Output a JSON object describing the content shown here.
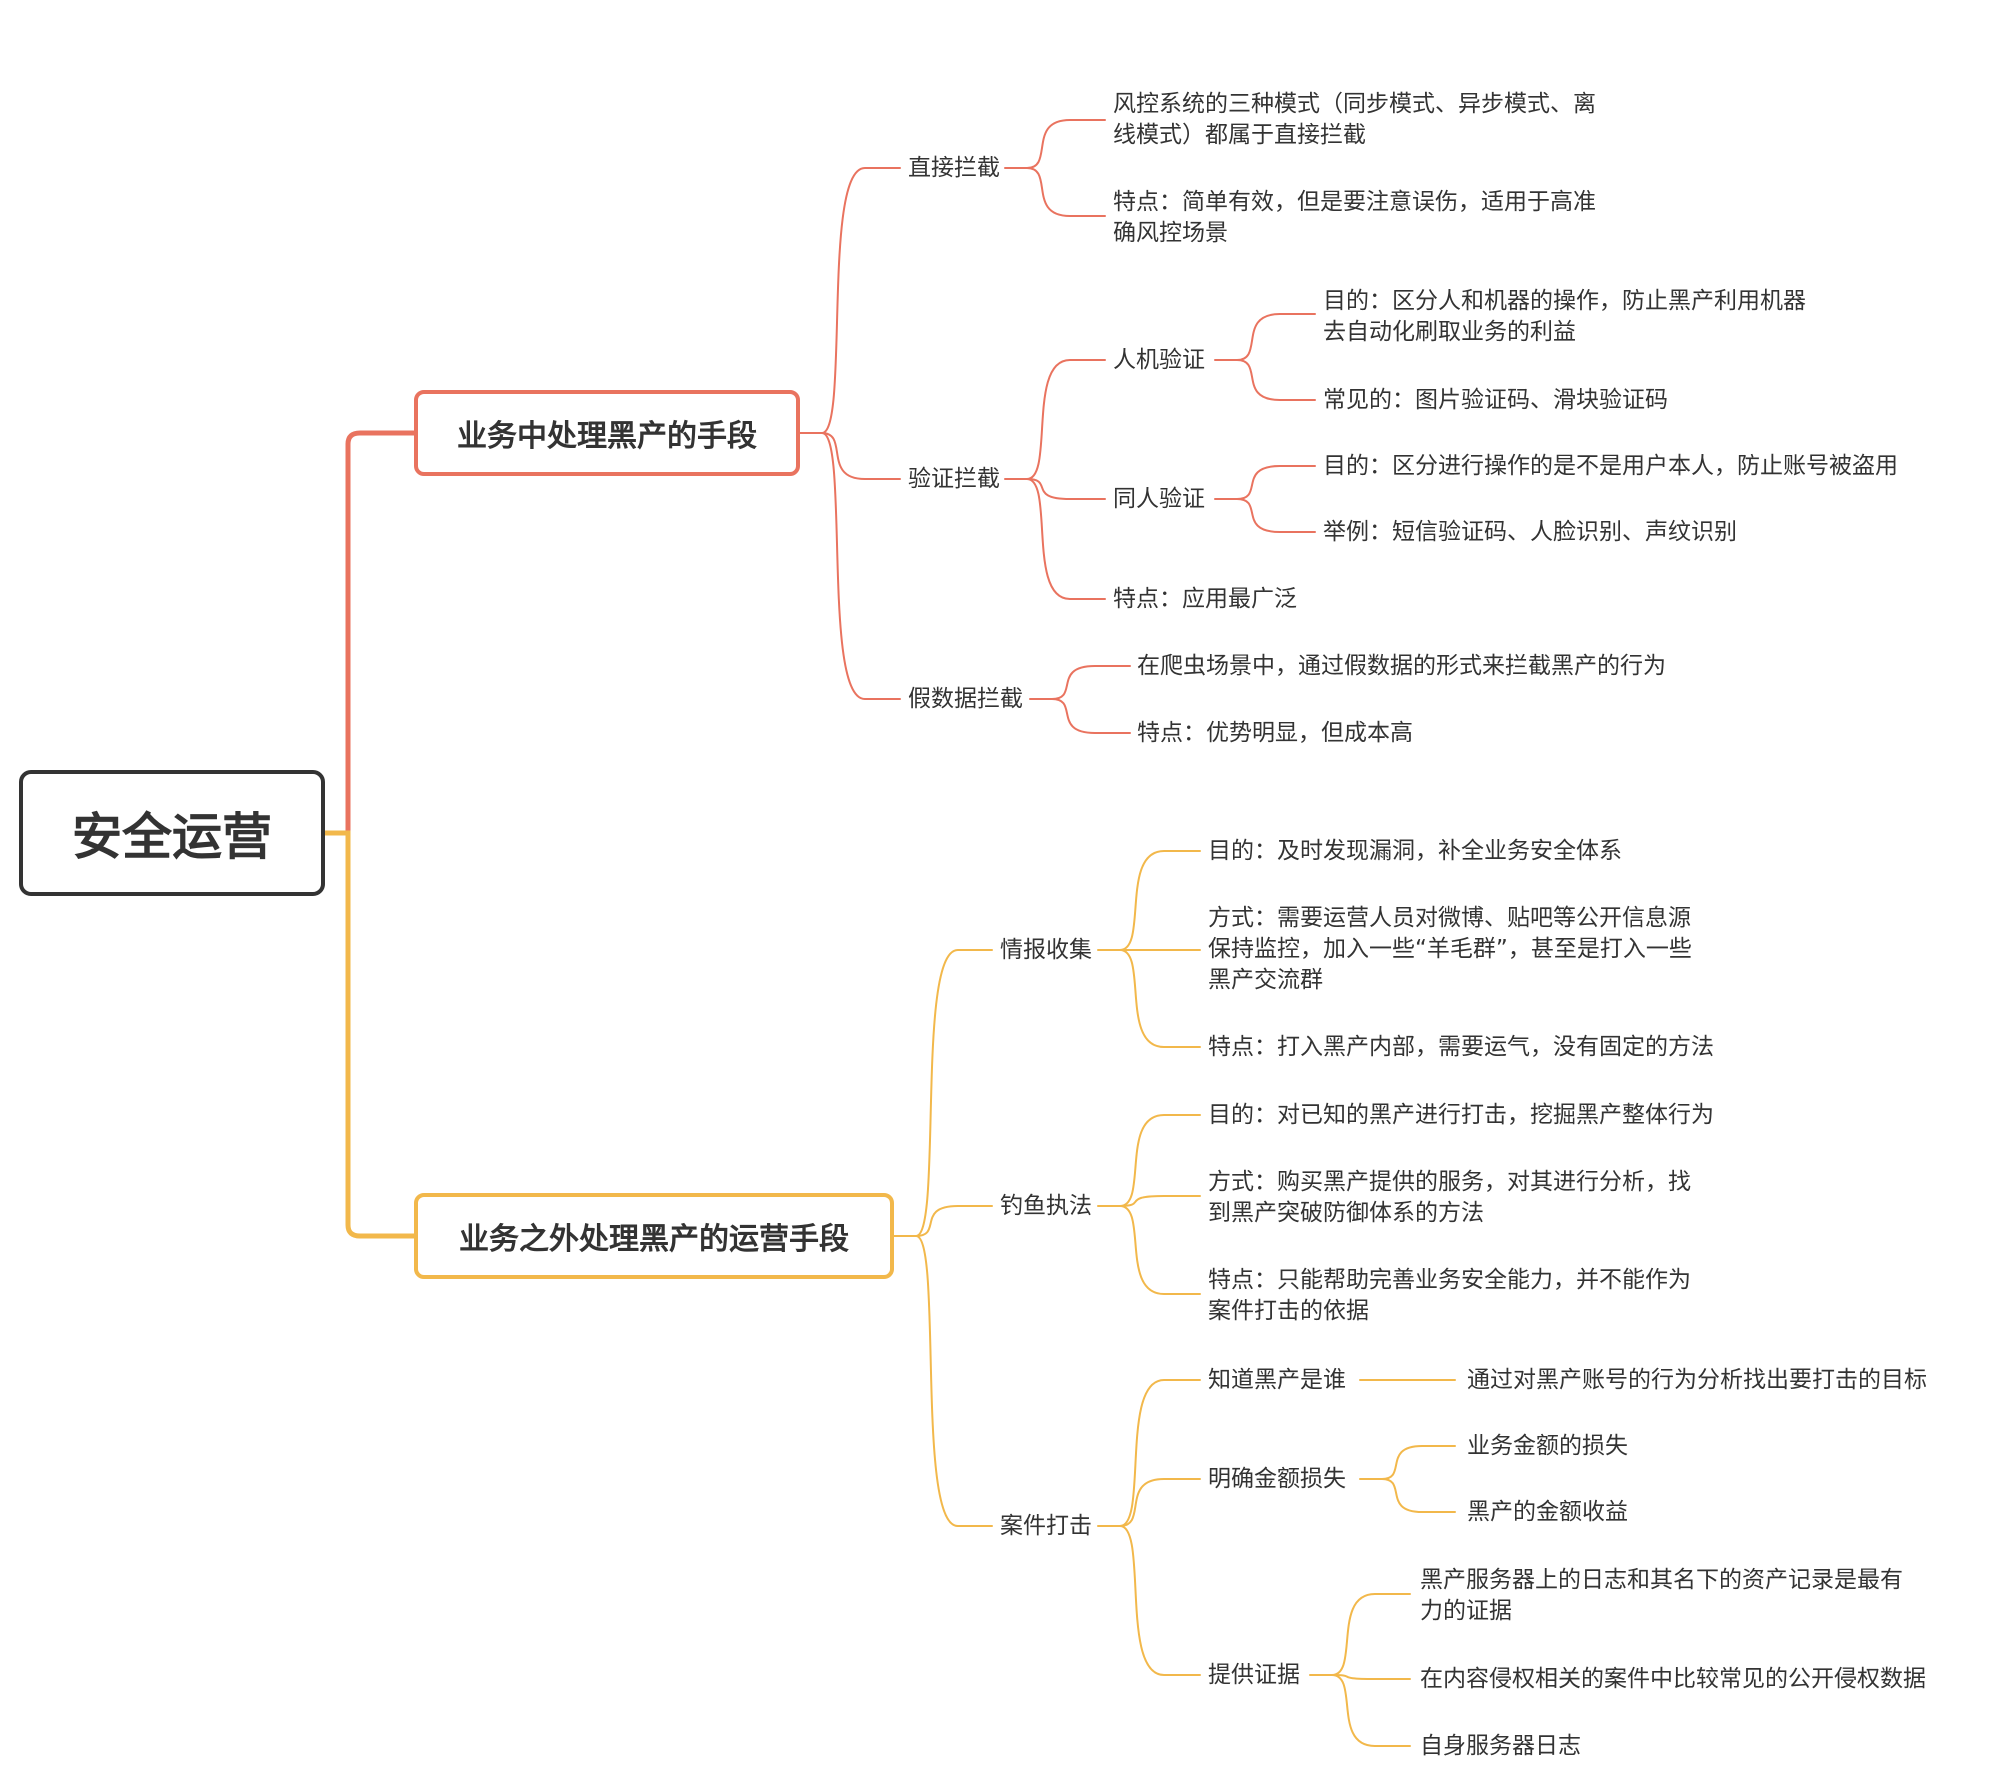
{
  "colors": {
    "root": "#333333",
    "branch_top": "#e9735f",
    "branch_bottom": "#f2b84b",
    "text": "#333333"
  },
  "root": "安全运营",
  "b1": {
    "label": "业务中处理黑产的手段",
    "t1": {
      "label": "直接拦截",
      "n1": [
        "风控系统的三种模式（同步模式、异步模式、离",
        "线模式）都属于直接拦截"
      ],
      "n2": [
        "特点：简单有效，但是要注意误伤，适用于高准",
        "确风控场景"
      ]
    },
    "t2": {
      "label": "验证拦截",
      "h1": {
        "label": "人机验证",
        "n1": [
          "目的：区分人和机器的操作，防止黑产利用机器",
          "去自动化刷取业务的利益"
        ],
        "n2": "常见的：图片验证码、滑块验证码"
      },
      "h2": {
        "label": "同人验证",
        "n1": "目的：区分进行操作的是不是用户本人，防止账号被盗用",
        "n2": "举例：短信验证码、人脸识别、声纹识别"
      },
      "h3": "特点：应用最广泛"
    },
    "t3": {
      "label": "假数据拦截",
      "n1": "在爬虫场景中，通过假数据的形式来拦截黑产的行为",
      "n2": "特点：优势明显，但成本高"
    }
  },
  "b2": {
    "label": "业务之外处理黑产的运营手段",
    "t1": {
      "label": "情报收集",
      "n1": "目的：及时发现漏洞，补全业务安全体系",
      "n2": [
        "方式：需要运营人员对微博、贴吧等公开信息源",
        "保持监控，加入一些“羊毛群”，甚至是打入一些",
        "黑产交流群"
      ],
      "n3": "特点：打入黑产内部，需要运气，没有固定的方法"
    },
    "t2": {
      "label": "钓鱼执法",
      "n1": "目的：对已知的黑产进行打击，挖掘黑产整体行为",
      "n2": [
        "方式：购买黑产提供的服务，对其进行分析，找",
        "到黑产突破防御体系的方法"
      ],
      "n3": [
        "特点：只能帮助完善业务安全能力，并不能作为",
        "案件打击的依据"
      ]
    },
    "t3": {
      "label": "案件打击",
      "k1": {
        "label": "知道黑产是谁",
        "n1": "通过对黑产账号的行为分析找出要打击的目标"
      },
      "k2": {
        "label": "明确金额损失",
        "n1": "业务金额的损失",
        "n2": "黑产的金额收益"
      },
      "k3": {
        "label": "提供证据",
        "n1": [
          "黑产服务器上的日志和其名下的资产记录是最有",
          "力的证据"
        ],
        "n2": "在内容侵权相关的案件中比较常见的公开侵权数据",
        "n3": "自身服务器日志"
      }
    }
  }
}
